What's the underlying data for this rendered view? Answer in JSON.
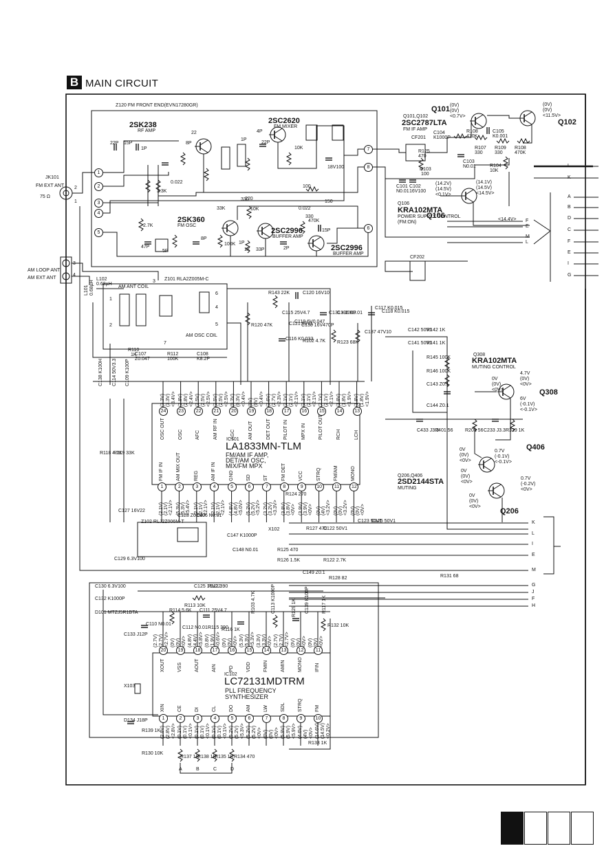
{
  "header": {
    "section_letter": "B",
    "title": "MAIN CIRCUIT"
  },
  "fm_frontend": {
    "block_label": "Z120 FM FRONT END(EVN17280GR)",
    "q_rf": "2SK238",
    "q_rf_desc": "RF AMP",
    "q_mixer": "2SC2620",
    "q_mixer_desc": "FM MIXER",
    "q_osc": "2SK360",
    "q_osc_desc": "FM OSC",
    "q_buf1": "2SC2996",
    "q_buf1_desc": "BUFFER AMP",
    "q_buf2": "2SC2996",
    "q_buf2_desc": "BUFFER AMP",
    "pins": [
      "1",
      "2",
      "3",
      "4",
      "5",
      "6",
      "7",
      "8"
    ],
    "parts": [
      "22P",
      "15P",
      "1P",
      "8P",
      "3.3K",
      "0.022",
      "22",
      "4P",
      "1P",
      "22P",
      "10K",
      "100",
      "330",
      "33K",
      "2.7K",
      "47P",
      "5P",
      "8P",
      "100K",
      "10K",
      "220",
      "0.022",
      "15P",
      "150",
      "330",
      "33P",
      "1K",
      "1P",
      "2P",
      "470K",
      "18V100"
    ]
  },
  "antenna": {
    "jack": "JK101",
    "fm_ant": "FM EXT ANT",
    "fm_ant_imp": "75 Ω",
    "am_loop": "AM LOOP ANT",
    "am_ext": "AM EXT ANT",
    "terminals": [
      "2",
      "1",
      "3",
      "4"
    ]
  },
  "fm_if": {
    "q_label": "Q101,Q102",
    "q_type": "2SC2787LTA",
    "q_desc": "FM IF AMP",
    "q101": "Q101",
    "q102": "Q102",
    "cf201": "CF201",
    "c104": "C104",
    "c104_val": "K1000P",
    "r108a": "R108",
    "r108a_val": "470K",
    "c105": "C105",
    "c105_val": "K0.001",
    "r125": "R125",
    "r125_val": "470",
    "r107": "R107",
    "r107_val": "330",
    "r109": "R109",
    "r109_val": "330",
    "r108b": "R108",
    "r108b_val": "470K",
    "r103": "R103",
    "r103_val": "100",
    "c103": "C103",
    "c103_val": "N0.01",
    "r104": "R104",
    "r104_val": "10K",
    "c101": "C101",
    "c101_val": "N0.01",
    "c102": "C102",
    "c102_val": "16V100",
    "q101_v": [
      "(0V)",
      "(0V)",
      "<0.7V>"
    ],
    "q102_v": [
      "(0V)",
      "(0V)",
      "<11.5V>"
    ]
  },
  "power_q106": {
    "q_label": "Q106",
    "q_type": "KRA102MTA",
    "q_desc": "POWER SUPPLY CONTROL",
    "q_sub": "(FM:ON)",
    "q_name": "Q106",
    "v": [
      "(14.2V)",
      "(14.5V)",
      "<0.1V>",
      "(14.1V)",
      "(14.5V)",
      "<14.5V>",
      "<14.4V>"
    ]
  },
  "connector_right": {
    "top": [
      "L",
      "K",
      "A",
      "B",
      "D",
      "C",
      "F",
      "E",
      "I",
      "G"
    ],
    "mid": [
      "F",
      "E",
      "M",
      "L"
    ],
    "low": [
      "K",
      "L",
      "I",
      "E",
      "M",
      "G",
      "J",
      "F",
      "H"
    ]
  },
  "am_section": {
    "z101": "Z101 RLA2Z005M-C",
    "l102": "L102",
    "l102_val": "0.68µH",
    "l101": "L101",
    "l101_val": "0.68µH",
    "ant_coil": "AM ANT COIL",
    "osc_coil": "AM OSC COIL",
    "r110": "R110",
    "r110_val": "1K",
    "c107": "C107",
    "c107_val": "Z0.047",
    "r112": "R112",
    "r112_val": "100K",
    "c108": "C108",
    "c108_val": "K8.2P",
    "cf202": "CF202",
    "coil_pins": [
      "3",
      "1",
      "2",
      "6",
      "4",
      "5",
      "7"
    ]
  },
  "ic101": {
    "ref": "IC101",
    "part": "LA1833MN-TLM",
    "desc": [
      "FM/AM IF AMP,",
      "DET/AM OSC,",
      "MIX/FM MPX"
    ],
    "top_pins": [
      {
        "n": "24",
        "name": "OSC OUT",
        "v": [
          "(3.3V)",
          "(3.3V)",
          "<3.4V>"
        ]
      },
      {
        "n": "23",
        "name": "OSC",
        "v": [
          "(2.8V)",
          "(2.8V)",
          "<2.4V>"
        ]
      },
      {
        "n": "22",
        "name": "AFC",
        "v": [
          "(2.5V)",
          "(2.5V)",
          "<2.5V>"
        ]
      },
      {
        "n": "21",
        "name": "AM RF IN",
        "v": [
          "(2.5V)",
          "(2.5V)",
          "<2.5V>"
        ]
      },
      {
        "n": "20",
        "name": "AGC",
        "v": [
          "(0.3V)",
          "(0.3V)",
          "<0.4V>"
        ]
      },
      {
        "n": "19",
        "name": "AM OUT",
        "v": [
          "(0V)",
          "(0V)",
          "<0.4V>"
        ]
      },
      {
        "n": "18",
        "name": "DET OUT",
        "v": [
          "(2.6V)",
          "(2.7V)",
          "<2.3V>"
        ]
      },
      {
        "n": "17",
        "name": "PILOT IN",
        "v": [
          "(2.1V)",
          "(2.1V)",
          "<2.1V>"
        ]
      },
      {
        "n": "16",
        "name": "MPX IN",
        "v": [
          "(2.1V)",
          "(2.1V)",
          "<2.1V>"
        ]
      },
      {
        "n": "15",
        "name": "PILOT OUT",
        "v": [
          "(2.1V)",
          "(2.1V)",
          "<2.1V>"
        ]
      },
      {
        "n": "14",
        "name": "RCH",
        "v": [
          "(1.8V)",
          "(1.8V)",
          "<1.9V>"
        ]
      },
      {
        "n": "13",
        "name": "LCH",
        "v": [
          "(1.8V)",
          "(1.8V)",
          "<1.9V>"
        ]
      }
    ],
    "bot_pins": [
      {
        "n": "1",
        "name": "FM IF IN",
        "v": [
          "(2.1V)",
          "(2.1V)",
          "<2.1V>"
        ]
      },
      {
        "n": "2",
        "name": "AM MIX OUT",
        "v": [
          "(5.3V)",
          "(5.3V)",
          "<5.4V>"
        ]
      },
      {
        "n": "3",
        "name": "REG",
        "v": [
          "(2.1V)",
          "(2.1V)",
          "<2.1V>"
        ]
      },
      {
        "n": "4",
        "name": "AM IF IN",
        "v": [
          "(2.1V)",
          "(2.1V)",
          "<2.1V>"
        ]
      },
      {
        "n": "5",
        "name": "GND",
        "v": [
          "(4.8V)",
          "(4.8V)",
          "<5.0V>"
        ]
      },
      {
        "n": "6",
        "name": "SD",
        "v": [
          "(5.2V)",
          "(5.2V)",
          "<5.2V>"
        ]
      },
      {
        "n": "7",
        "name": "ST",
        "v": [
          "(3.2V)",
          "(3.2V)",
          "<3.3V>"
        ]
      },
      {
        "n": "8",
        "name": "FM DET",
        "v": [
          "(3.8V)",
          "(3.8V)",
          "<0V>"
        ]
      },
      {
        "n": "9",
        "name": "VCC",
        "v": [
          "(3.9V)",
          "(3.9V)",
          "<0V>"
        ]
      },
      {
        "n": "10",
        "name": "STRQ",
        "v": [
          "(0V)",
          "(4V)",
          "<3.2V>"
        ]
      },
      {
        "n": "11",
        "name": "FM/AM",
        "v": [
          "(0V)",
          "(0V)",
          "<3.2V>"
        ]
      },
      {
        "n": "12",
        "name": "MONO",
        "v": [
          "(0V)",
          "(0V)",
          "<0V>"
        ]
      }
    ],
    "parts_top": [
      "R143 22K",
      "C120 16V10",
      "C115 25V4.7",
      "C131 K100P",
      "C136 K0.01",
      "C117 K0.015",
      "R120 47K",
      "C116 K0.033",
      "C130 16V470P",
      "C121 50V1",
      "C119 6V0.047",
      "R102 4.7K",
      "R123 68K",
      "C137 47V10",
      "C118 K0.015"
    ],
    "parts_left": [
      "C138 K100H",
      "C114 50V3.3",
      "C109 K100P",
      "R118 4.7K",
      "R119 33K",
      "C127 16V22"
    ],
    "parts_bot": [
      "C128 Z0.047",
      "C106 N0.01",
      "Z102 RLJ2Z006M-T",
      "R124 270",
      "X102",
      "C147 K1000P",
      "C148 N0.01",
      "R127 470",
      "C122 50V1",
      "C123 50V1",
      "C125 50V1",
      "C129 6.3V100",
      "R125 470",
      "R126 1.5K",
      "R122 2.7K",
      "C149 Z0.1",
      "R128 82",
      "R131 68"
    ]
  },
  "muting": {
    "q308_label": "Q308",
    "q308_type": "KRA102MTA",
    "q308_desc": "MUTING CONTROL",
    "q308_name": "Q308",
    "q308_v": [
      "4.7V",
      "(0V)",
      "<0V>",
      "0V",
      "(0V)",
      "<0V>",
      "6V",
      "(-0.1V)",
      "<-0.1V>"
    ],
    "q406": "Q406",
    "q406_v": [
      "0V",
      "(0V)",
      "<0V>",
      "0.7V",
      "(-0.1V)",
      "<-0.1V>"
    ],
    "q206_label": "Q206,Q406",
    "q206_type": "2SD2144STA",
    "q206_desc": "MUTING",
    "q206": "Q206",
    "q206_v": [
      "0V",
      "(0V)",
      "<0V>",
      "0.7V",
      "(-0.2V)",
      "<0V>",
      "0V",
      "(0V)",
      "<0V>"
    ],
    "parts": [
      "C142 50V1",
      "R142 1K",
      "C141 50V1",
      "R141 1K",
      "R145 100K",
      "R146 100K",
      "C143 Z0.1",
      "C144 Z0.1",
      "C433 J3.3",
      "R401 56",
      "R201 56",
      "C233 J3.3",
      "R329 1K"
    ]
  },
  "ic102": {
    "ref": "IC102",
    "part": "LC72131MDTRM",
    "desc": [
      "PLL FREQUENCY",
      "SYNTHESIZER"
    ],
    "top_pins": [
      {
        "n": "20",
        "name": "XOUT",
        "v": [
          "(2.7V)",
          "(2.7V)",
          "<2.7V>"
        ]
      },
      {
        "n": "19",
        "name": "VSS",
        "v": [
          "(0V)",
          "(0V)",
          "<0V>"
        ]
      },
      {
        "n": "18",
        "name": "AOUT",
        "v": [
          "(4.8V)",
          "(4.4V)",
          "<5.8V>"
        ]
      },
      {
        "n": "17",
        "name": "AIN",
        "v": [
          "(0.8V)",
          "(1.9V)",
          "<0.6V>"
        ]
      },
      {
        "n": "16",
        "name": "PD",
        "v": [
          "(0V)",
          "(0V)",
          "<0V>"
        ]
      },
      {
        "n": "15",
        "name": "VDD",
        "v": [
          "(5.3V)",
          "(5.3V)",
          "<5.3V>"
        ]
      },
      {
        "n": "14",
        "name": "FMIN",
        "v": [
          "(3.3V)",
          "(3.3V)",
          "<0V>"
        ]
      },
      {
        "n": "13",
        "name": "AMIN",
        "v": [
          "(2.7V)",
          "(2.7V)",
          "<2.7V>"
        ]
      },
      {
        "n": "12",
        "name": "MONO",
        "v": [
          "(0V)",
          "(0V)",
          "<0V>"
        ]
      },
      {
        "n": "11",
        "name": "IFIN",
        "v": [
          "(0V)",
          "(0V)",
          "<0V>"
        ]
      }
    ],
    "bot_pins": [
      {
        "n": "1",
        "name": "XIN",
        "v": [
          "(2.8V)",
          "(2.8V)",
          "<2.8V>"
        ]
      },
      {
        "n": "2",
        "name": "CE",
        "v": [
          "(0.1V)",
          "(0.1V)",
          "<0.1V>"
        ]
      },
      {
        "n": "3",
        "name": "DI",
        "v": [
          "(0.1V)",
          "(0.1V)",
          "<0.1V>"
        ]
      },
      {
        "n": "4",
        "name": "CL",
        "v": [
          "(0.1V)",
          "(0.1V)",
          "<0.1V>"
        ]
      },
      {
        "n": "5",
        "name": "DO",
        "v": [
          "(5.2V)",
          "(5.2V)",
          "<5.3V>"
        ]
      },
      {
        "n": "6",
        "name": "AM",
        "v": [
          "(5.2V)",
          "(5.2V)",
          "<0V>"
        ]
      },
      {
        "n": "7",
        "name": "LW",
        "v": [
          "(0V)",
          "(0V)",
          "<0V>"
        ]
      },
      {
        "n": "8",
        "name": "SDL",
        "v": [
          "(5.9V)",
          "(5.9V)",
          "<5.9V>"
        ]
      },
      {
        "n": "9",
        "name": "STRQ",
        "v": [
          "(4.6V)",
          "(4V)",
          "<0V>"
        ]
      },
      {
        "n": "10",
        "name": "FM",
        "v": [
          "(14.6V)",
          "(14.5V)",
          "<0.2V>"
        ]
      }
    ],
    "parts": [
      "C130 6.3V100",
      "C132 K1000P",
      "D101 MTZJ5R1BTA",
      "C125 16V22",
      "R111 390",
      "R113 10K",
      "R114 5.6K",
      "C111 25V4.7",
      "C110 N0.01",
      "C112 N0.01",
      "R115 390",
      "R116 1K",
      "C133 J12P",
      "X103",
      "D134 J18P",
      "R139 1K",
      "R130 10K",
      "R103 4.7K",
      "C113 K1000P",
      "R129 1K",
      "C139 K100P",
      "R117 1K",
      "R132 10K",
      "R133 1K",
      "R137 1K",
      "R138 1K",
      "R135 1K",
      "R134 470"
    ],
    "bus_labels": [
      "A",
      "B",
      "C",
      "D"
    ]
  },
  "footer": {
    "page_boxes": 4,
    "active_box": 1
  }
}
